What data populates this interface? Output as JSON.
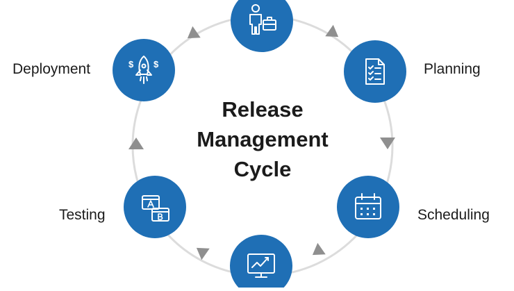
{
  "diagram": {
    "title_lines": [
      "Release",
      "Management",
      "Cycle"
    ],
    "stages": [
      {
        "label": "Planning",
        "icon": "checklist-document-icon"
      },
      {
        "label": "Scheduling",
        "icon": "calendar-icon"
      },
      {
        "label": "",
        "icon": "monitor-chart-icon"
      },
      {
        "label": "Testing",
        "icon": "ab-test-icon"
      },
      {
        "label": "Deployment",
        "icon": "rocket-dollar-icon"
      },
      {
        "label": "",
        "icon": "person-briefcase-icon"
      }
    ],
    "colors": {
      "node_fill": "#1f6fb5",
      "node_icon": "#ffffff",
      "ring": "#dcdcdc",
      "arrow": "#8f8f8f",
      "text": "#1b1b1b"
    }
  }
}
